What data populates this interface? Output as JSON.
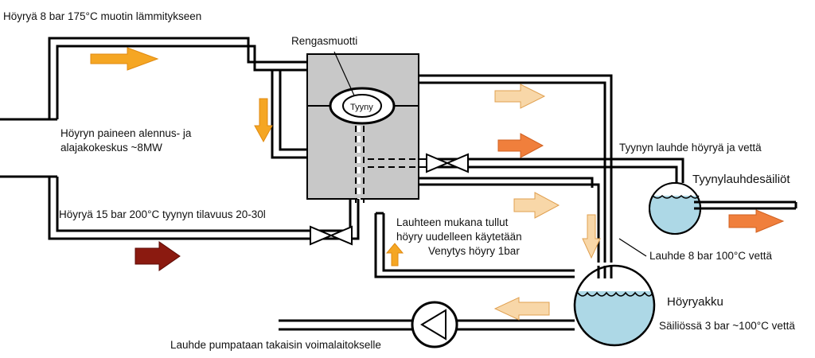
{
  "labels": {
    "steam_mold_heating": "Höyryä 8 bar 175°C muotin lämmitykseen",
    "ring_mold": "Rengasmuotti",
    "bladder": "Tyyny",
    "pressure_reduction_line1": "Höyryn paineen alennus- ja",
    "pressure_reduction_line2": "alajakokeskus ~8MW",
    "steam_bladder_volume": "Höyryä 15 bar 200°C tyynyn tilavuus 20-30l",
    "bladder_condensate": "Tyynyn lauhde höyryä ja vettä",
    "bladder_condensate_tanks": "Tyynylauhdesäiliöt",
    "reuse_line1": "Lauhteen mukana  tullut",
    "reuse_line2": "höyry uudelleen käytetään",
    "expansion_steam": "Venytys höyry 1bar",
    "condensate_8bar": "Lauhde  8 bar 100°C vettä",
    "steam_accumulator": "Höyryakku",
    "tank_3bar": "Säiliössä 3 bar ~100°C vettä",
    "pump_back": "Lauhde pumpataan takaisin voimalaitokselle"
  },
  "colors": {
    "hot_orange": "#f5a623",
    "dark_red": "#8b1a10",
    "light_peach": "#f8d7a8",
    "mid_orange": "#f07f3c",
    "water": "#add8e6",
    "mold_gray": "#c8c8c8"
  },
  "icons": [
    "valve-icon",
    "pump-icon",
    "flow-arrow-icon"
  ]
}
